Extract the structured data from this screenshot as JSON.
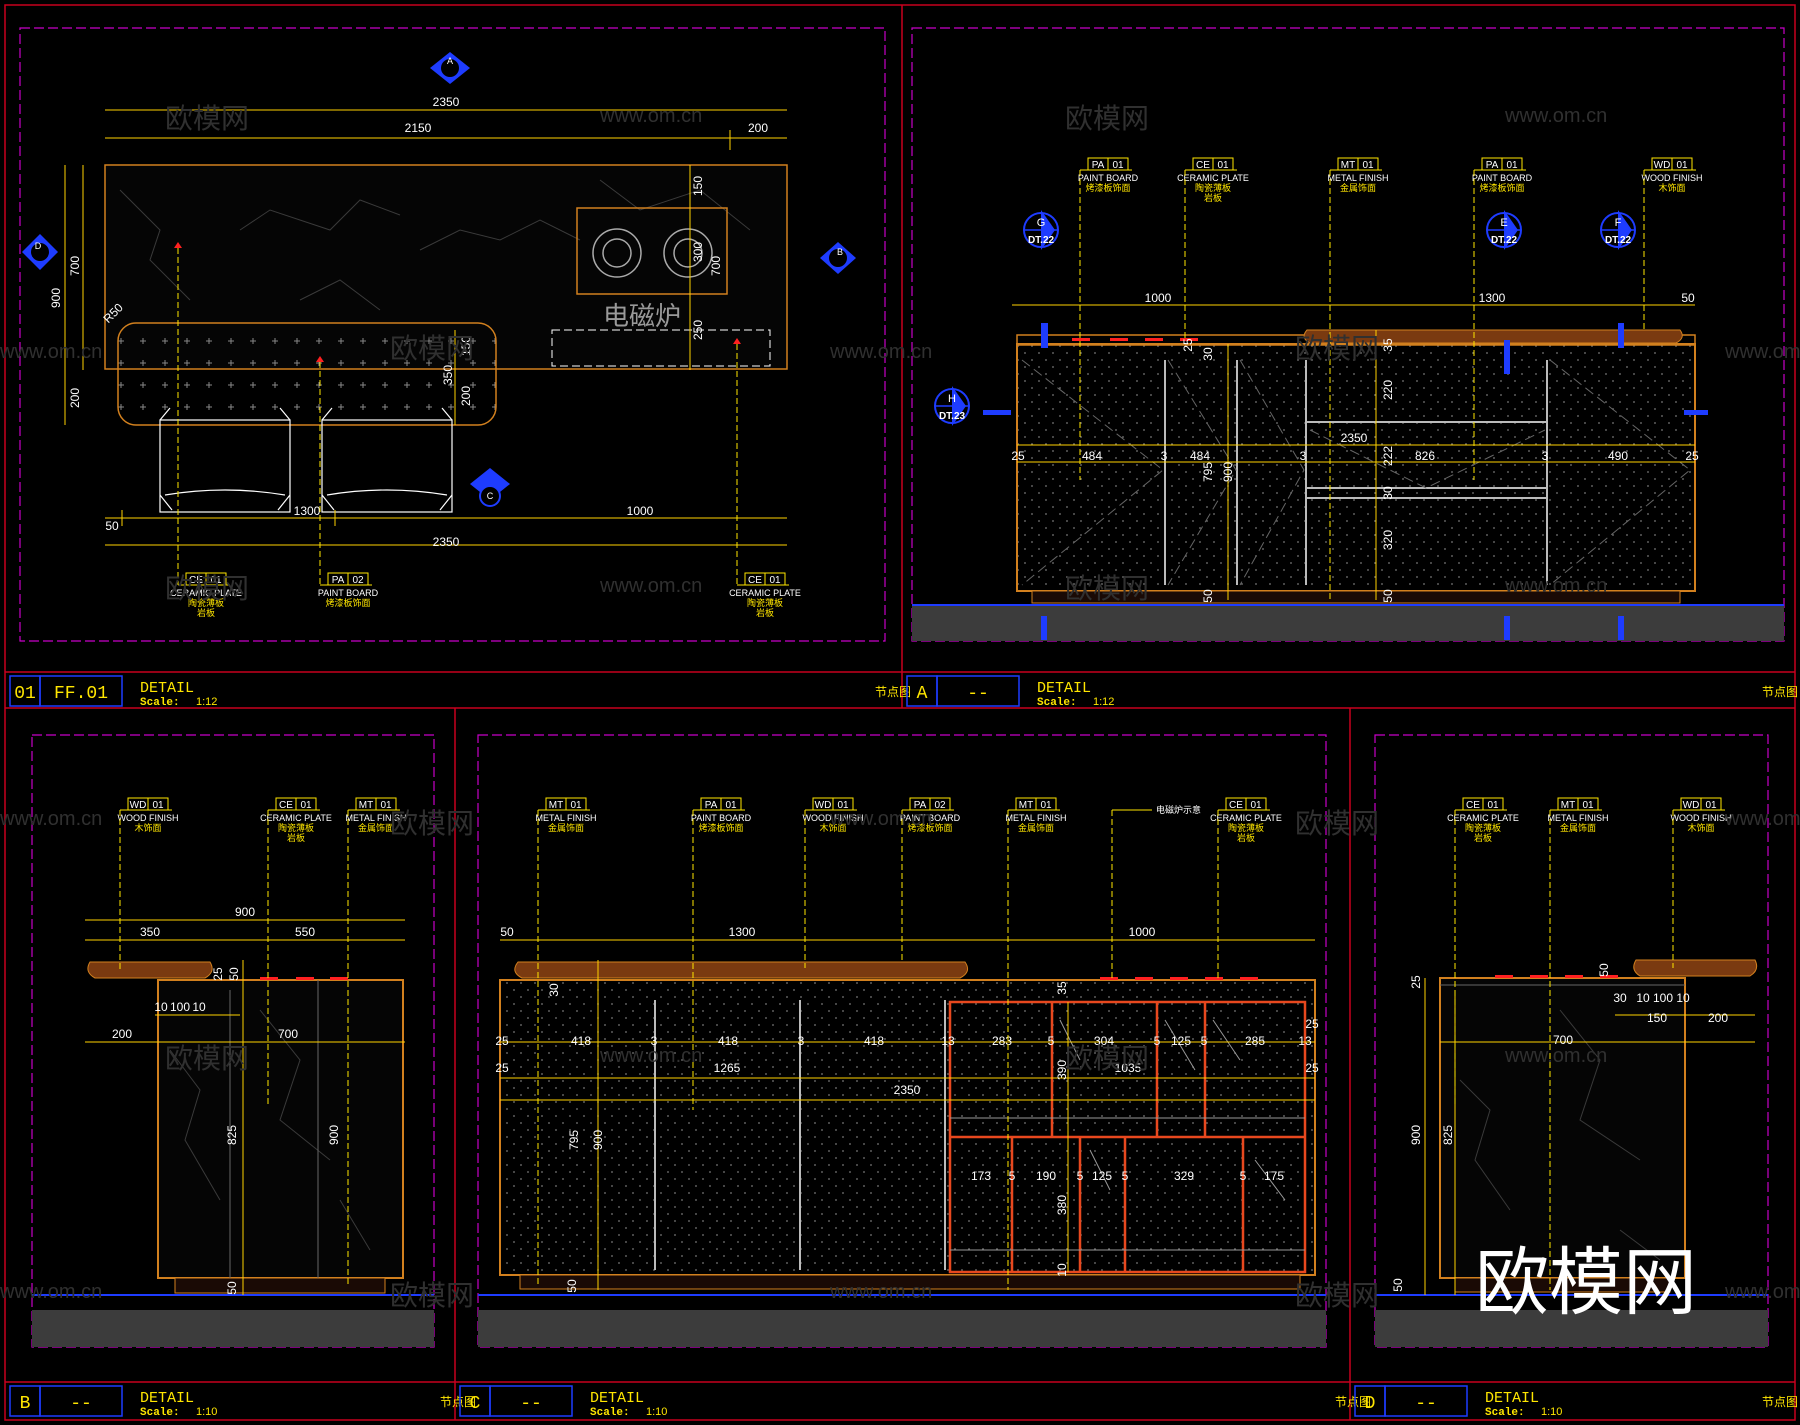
{
  "colors": {
    "background": "#000000",
    "frame": "#c8001e",
    "viewport": "#c800c8",
    "dim": "#ffd200",
    "outline": "#d2801e",
    "callout": "#ffe600",
    "section": "#1e3cff",
    "text": "#ffffff",
    "floor": "#3c3c3c",
    "red": "#ff2020"
  },
  "watermark": {
    "brand": "欧模网",
    "site": "www.om.cn"
  },
  "panels": {
    "p1": {
      "num": "01",
      "ref": "FF.01",
      "title": "DETAIL",
      "scale_label": "Scale:",
      "scale_value": "1:12",
      "tag": "节点图",
      "dims": {
        "d2350a": "2350",
        "d2150": "2150",
        "d200a": "200",
        "d900": "900",
        "d700": "700",
        "d200b": "200",
        "d150a": "150",
        "d300": "300",
        "d700b": "700",
        "d250": "250",
        "d150b": "150",
        "d350": "350",
        "d200c": "200",
        "dr50": "R50",
        "d1300": "1300",
        "d1000": "1000",
        "d50": "50",
        "d2350b": "2350"
      },
      "induction_label": "电磁炉",
      "markers": {
        "A": "A",
        "B": "B",
        "C": "C",
        "D": "D"
      },
      "callouts": [
        {
          "code": "CE",
          "num": "01",
          "en": "CERAMIC PLATE",
          "cn1": "陶瓷薄板",
          "cn2": "岩板"
        },
        {
          "code": "PA",
          "num": "02",
          "en": "PAINT BOARD",
          "cn1": "烤漆板饰面",
          "cn2": ""
        },
        {
          "code": "CE",
          "num": "01",
          "en": "CERAMIC PLATE",
          "cn1": "陶瓷薄板",
          "cn2": "岩板"
        }
      ]
    },
    "pA": {
      "num": "A",
      "ref": "--",
      "title": "DETAIL",
      "scale_label": "Scale:",
      "scale_value": "1:12",
      "tag": "节点图",
      "callouts": [
        {
          "code": "PA",
          "num": "01",
          "en": "PAINT BOARD",
          "cn1": "烤漆板饰面",
          "cn2": ""
        },
        {
          "code": "CE",
          "num": "01",
          "en": "CERAMIC PLATE",
          "cn1": "陶瓷薄板",
          "cn2": "岩板"
        },
        {
          "code": "MT",
          "num": "01",
          "en": "METAL FINISH",
          "cn1": "金属饰面",
          "cn2": ""
        },
        {
          "code": "PA",
          "num": "01",
          "en": "PAINT BOARD",
          "cn1": "烤漆板饰面",
          "cn2": ""
        },
        {
          "code": "WD",
          "num": "01",
          "en": "WOOD FINISH",
          "cn1": "木饰面",
          "cn2": ""
        }
      ],
      "sections": [
        {
          "letter": "G",
          "ref": "DT.22"
        },
        {
          "letter": "E",
          "ref": "DT.22"
        },
        {
          "letter": "F",
          "ref": "DT.22"
        },
        {
          "letter": "H",
          "ref": "DT.23"
        }
      ],
      "dims": {
        "d1000": "1000",
        "d1300": "1300",
        "d50": "50",
        "d2350": "2350",
        "d25a": "25",
        "d484a": "484",
        "d3a": "3",
        "d484b": "484",
        "d3b": "3",
        "d826": "826",
        "d3c": "3",
        "d490": "490",
        "d25b": "25",
        "d795": "795",
        "d900": "900",
        "d220a": "220",
        "d222": "222",
        "d30": "30",
        "d320": "320",
        "d50a": "50",
        "d50b": "50",
        "d35": "35",
        "d25c": "25",
        "d30b": "30"
      }
    },
    "pB": {
      "num": "B",
      "ref": "--",
      "title": "DETAIL",
      "scale_label": "Scale:",
      "scale_value": "1:10",
      "tag": "节点图",
      "callouts": [
        {
          "code": "WD",
          "num": "01",
          "en": "WOOD FINISH",
          "cn1": "木饰面",
          "cn2": ""
        },
        {
          "code": "CE",
          "num": "01",
          "en": "CERAMIC PLATE",
          "cn1": "陶瓷薄板",
          "cn2": "岩板"
        },
        {
          "code": "MT",
          "num": "01",
          "en": "METAL FINISH",
          "cn1": "金属饰面",
          "cn2": ""
        }
      ],
      "dims": {
        "d900": "900",
        "d350": "350",
        "d550": "550",
        "d10a": "10",
        "d100": "100",
        "d10b": "10",
        "d200": "200",
        "d700": "700",
        "d825": "825",
        "d900v": "900",
        "d50a": "50",
        "d50b": "50",
        "d25": "25"
      }
    },
    "pC": {
      "num": "C",
      "ref": "--",
      "title": "DETAIL",
      "scale_label": "Scale:",
      "scale_value": "1:10",
      "tag": "节点图",
      "callouts": [
        {
          "code": "MT",
          "num": "01",
          "en": "METAL FINISH",
          "cn1": "金属饰面",
          "cn2": ""
        },
        {
          "code": "PA",
          "num": "01",
          "en": "PAINT BOARD",
          "cn1": "烤漆板饰面",
          "cn2": ""
        },
        {
          "code": "WD",
          "num": "01",
          "en": "WOOD FINISH",
          "cn1": "木饰面",
          "cn2": ""
        },
        {
          "code": "PA",
          "num": "02",
          "en": "PAINT BOARD",
          "cn1": "烤漆板饰面",
          "cn2": ""
        },
        {
          "code": "MT",
          "num": "01",
          "en": "METAL FINISH",
          "cn1": "金属饰面",
          "cn2": ""
        },
        {
          "code": "",
          "num": "",
          "en": "电磁炉示意",
          "cn1": "",
          "cn2": ""
        },
        {
          "code": "CE",
          "num": "01",
          "en": "CERAMIC PLATE",
          "cn1": "陶瓷薄板",
          "cn2": "岩板"
        }
      ],
      "dims": {
        "d50": "50",
        "d1300": "1300",
        "d1000": "1000",
        "d418a": "418",
        "d3a": "3",
        "d418b": "418",
        "d3b": "3",
        "d418c": "418",
        "d13a": "13",
        "d283": "283",
        "d5a": "5",
        "d304": "304",
        "d5b": "5",
        "d125a": "125",
        "d5c": "5",
        "d285": "285",
        "d13b": "13",
        "d1265": "1265",
        "d1035": "1035",
        "d2350": "2350",
        "d795": "795",
        "d900": "900",
        "d173": "173",
        "d5d": "5",
        "d190": "190",
        "d5e": "5",
        "d125b": "125",
        "d5f": "5",
        "d329": "329",
        "d5g": "5",
        "d175": "175",
        "d390": "390",
        "d380": "380",
        "d25a": "25",
        "d25b": "25",
        "d25c": "25",
        "d25d": "25",
        "d10": "10",
        "d50b": "50",
        "d35": "35",
        "d30": "30"
      }
    },
    "pD": {
      "num": "D",
      "ref": "--",
      "title": "DETAIL",
      "scale_label": "Scale:",
      "scale_value": "1:10",
      "tag": "节点图",
      "callouts": [
        {
          "code": "CE",
          "num": "01",
          "en": "CERAMIC PLATE",
          "cn1": "陶瓷薄板",
          "cn2": "岩板"
        },
        {
          "code": "MT",
          "num": "01",
          "en": "METAL FINISH",
          "cn1": "金属饰面",
          "cn2": ""
        },
        {
          "code": "WD",
          "num": "01",
          "en": "WOOD FINISH",
          "cn1": "木饰面",
          "cn2": ""
        }
      ],
      "dims": {
        "d25": "25",
        "d30": "30",
        "d10a": "10",
        "d100": "100",
        "d10b": "10",
        "d150": "150",
        "d200": "200",
        "d700": "700",
        "d900": "900",
        "d825": "825",
        "d50": "50",
        "d50b": "50"
      }
    }
  }
}
